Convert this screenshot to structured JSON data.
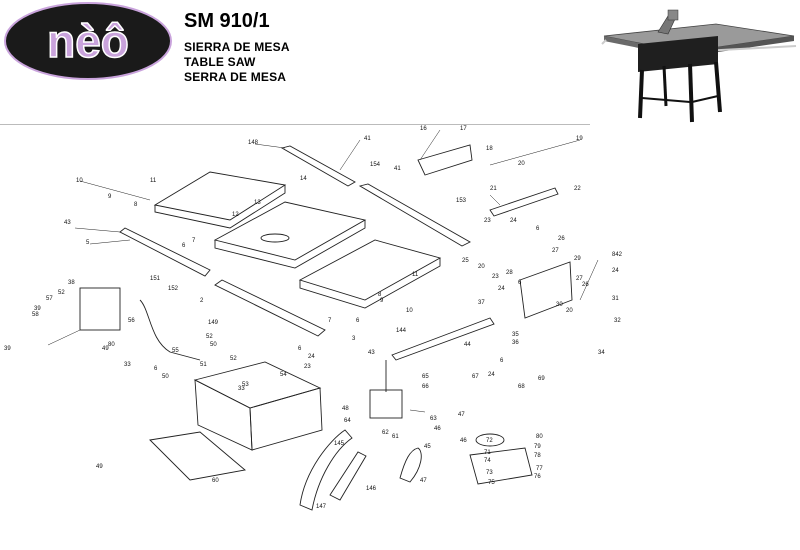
{
  "header": {
    "brand": "nèô",
    "model": "SM 910/1",
    "subtitles": [
      "SIERRA DE MESA",
      "TABLE SAW",
      "SERRA DE MESA"
    ]
  },
  "colors": {
    "logo_bg": "#1a1a1a",
    "logo_text": "#c9a3dc",
    "accent": "#8a3b9a",
    "line": "#222222"
  },
  "part_labels": [
    "148",
    "41",
    "16",
    "17",
    "19",
    "18",
    "154",
    "41",
    "14",
    "20",
    "10",
    "11",
    "9",
    "8",
    "21",
    "22",
    "13",
    "12",
    "153",
    "43",
    "5",
    "7",
    "6",
    "23",
    "24",
    "6",
    "26",
    "27",
    "25",
    "20",
    "842",
    "24",
    "28",
    "23",
    "29",
    "6",
    "151",
    "152",
    "24",
    "27",
    "26",
    "31",
    "30",
    "20",
    "38",
    "2",
    "11",
    "52",
    "57",
    "39",
    "9",
    "10",
    "37",
    "8",
    "58",
    "56",
    "7",
    "6",
    "32",
    "3",
    "144",
    "35",
    "36",
    "34",
    "149",
    "52",
    "50",
    "49",
    "80",
    "33",
    "55",
    "51",
    "6",
    "24",
    "33",
    "23",
    "44",
    "39",
    "52",
    "6",
    "6",
    "43",
    "50",
    "54",
    "53",
    "65",
    "66",
    "67",
    "24",
    "69",
    "68",
    "48",
    "63",
    "64",
    "47",
    "62",
    "46",
    "61",
    "45",
    "46",
    "80",
    "72",
    "79",
    "78",
    "77",
    "71",
    "74",
    "73",
    "76",
    "75",
    "49",
    "145",
    "60",
    "146",
    "47",
    "147"
  ]
}
